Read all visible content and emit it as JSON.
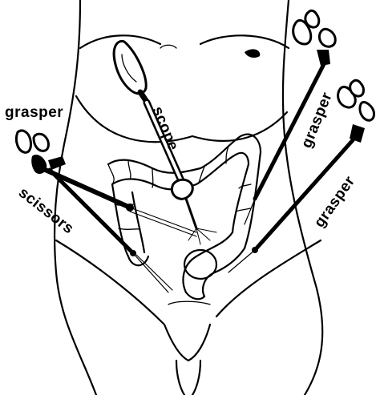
{
  "labels": {
    "grasper_left": "grasper",
    "scissors": "scissors",
    "scope": "scope",
    "grasper_right_top": "grasper",
    "grasper_right_bottom": "grasper"
  }
}
